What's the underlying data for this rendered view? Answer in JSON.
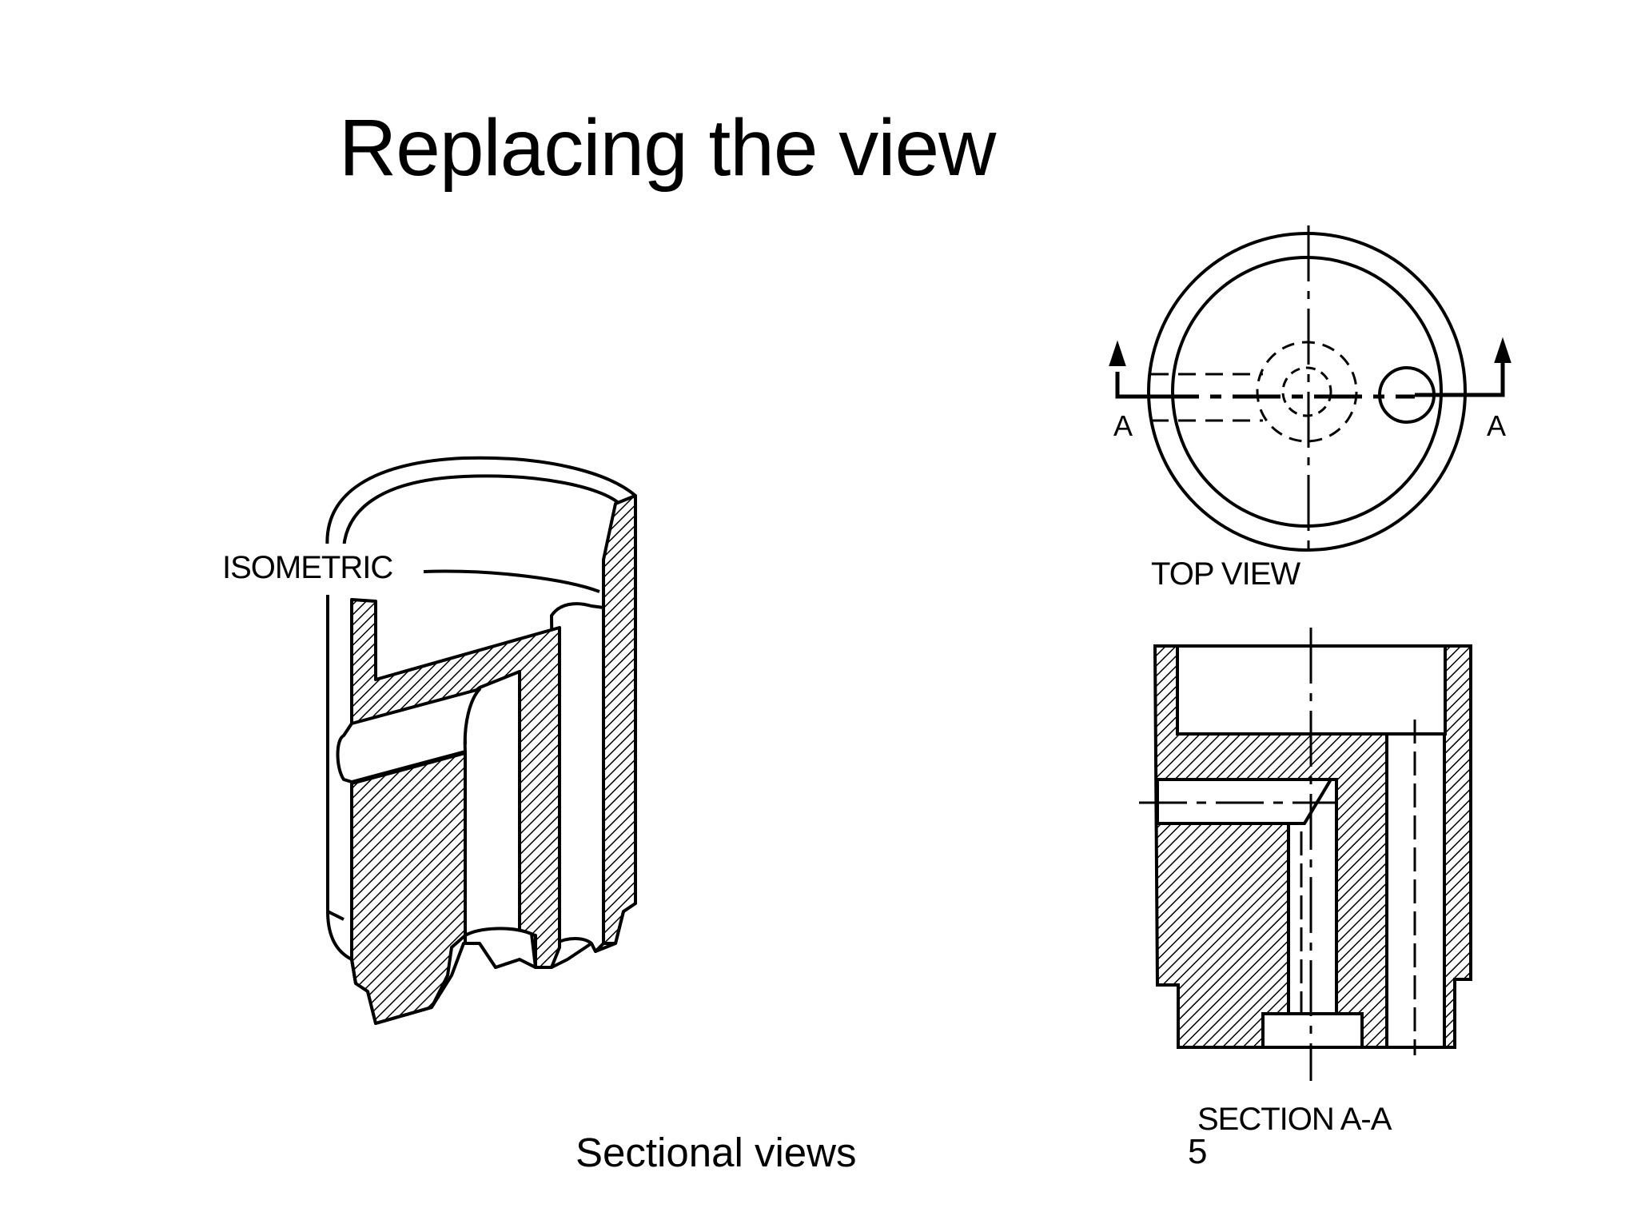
{
  "slide": {
    "title": "Replacing the view",
    "footer": "Sectional views",
    "page_number": "5"
  },
  "figure": {
    "isometric_label": "ISOMETRIC",
    "top_view_label": "TOP VIEW",
    "section_label": "SECTION A-A",
    "cut_plane_marker_left": "A",
    "cut_plane_marker_right": "A"
  }
}
